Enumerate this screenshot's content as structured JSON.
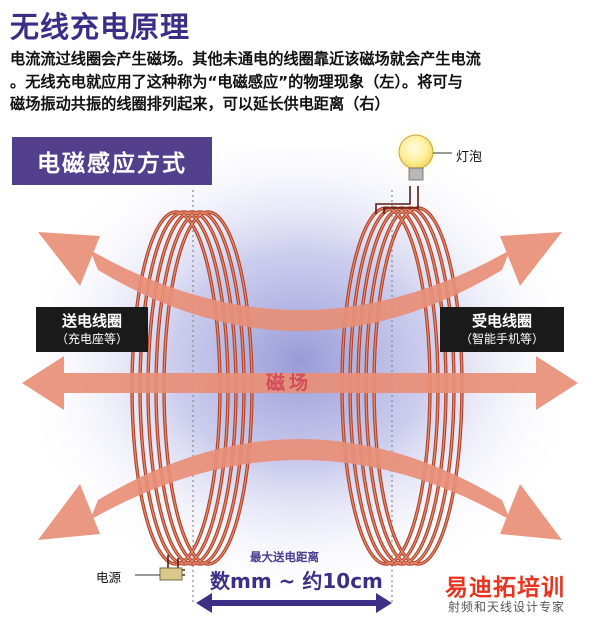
{
  "title": "无线充电原理",
  "description": [
    "电流流过线圈会产生磁场。其他未通电的线圈靠近该磁场就会产生电流",
    "。无线充电就应用了这种称为“电磁感应”的物理现象（左）。将可与",
    "磁场振动共振的线圈排列起来，可以延长供电距离（右）"
  ],
  "diagram": {
    "method_label": "电磁感应方式",
    "transmitter": {
      "title": "送电线圈",
      "subtitle": "（充电座等）"
    },
    "receiver": {
      "title": "受电线圈",
      "subtitle": "（智能手机等）"
    },
    "field_label": "磁场",
    "bulb_label": "灯泡",
    "power_label": "电源",
    "distance_caption": "最大送电距离",
    "distance_value": "数mm ~ 约10cm",
    "colors": {
      "arrow": "#e99078",
      "coil": "#b0432b",
      "label_bg": "#53408c",
      "glow": "#8d8fd4"
    }
  },
  "watermark": {
    "logo": "易迪拓培训",
    "subtitle": "射频和天线设计专家"
  }
}
